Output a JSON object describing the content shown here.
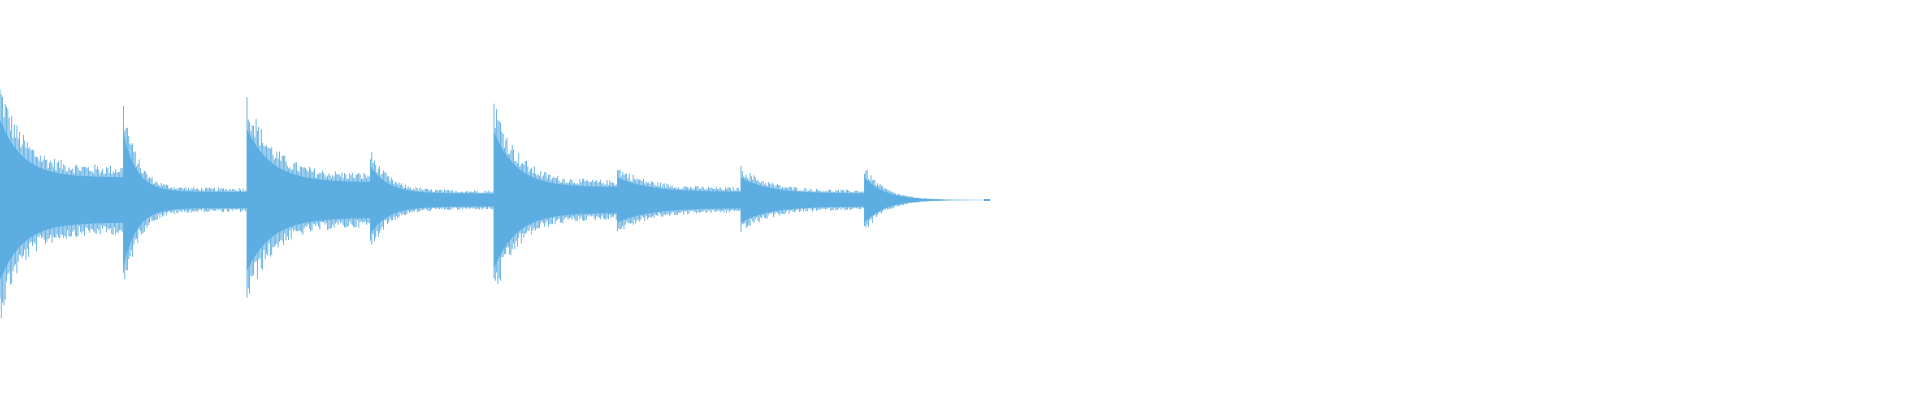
{
  "waveform": {
    "color": "#5dade2",
    "background": "#ffffff",
    "segments": [
      {
        "peak": 1.0,
        "tail": 0.28,
        "decay": 5.5
      },
      {
        "peak": 0.82,
        "tail": 0.1,
        "decay": 9.0
      },
      {
        "peak": 0.88,
        "tail": 0.22,
        "decay": 5.0
      },
      {
        "peak": 0.42,
        "tail": 0.08,
        "decay": 7.0
      },
      {
        "peak": 0.85,
        "tail": 0.16,
        "decay": 5.5
      },
      {
        "peak": 0.28,
        "tail": 0.1,
        "decay": 4.0
      },
      {
        "peak": 0.28,
        "tail": 0.08,
        "decay": 4.5
      },
      {
        "peak": 0.28,
        "tail": 0.0,
        "decay": 6.0
      }
    ]
  }
}
